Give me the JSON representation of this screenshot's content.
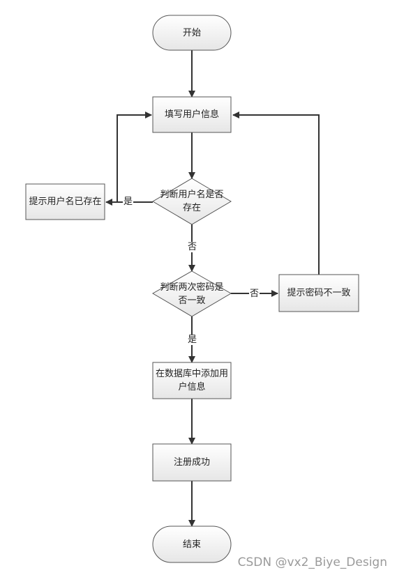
{
  "nodes": {
    "start": "开始",
    "fill_info": "填写用户信息",
    "check_name": "判断用户名是否存在",
    "name_exists": "提示用户名已存在",
    "check_pwd": "判断两次密码是否一致",
    "pwd_mismatch": "提示密码不一致",
    "add_db": "在数据库中添加用户信息",
    "success": "注册成功",
    "end": "结束"
  },
  "edges": {
    "yes_name": "是",
    "no_name": "否",
    "no_pwd": "否",
    "yes_pwd": "是"
  },
  "watermark": "CSDN @vx2_Biye_Design"
}
